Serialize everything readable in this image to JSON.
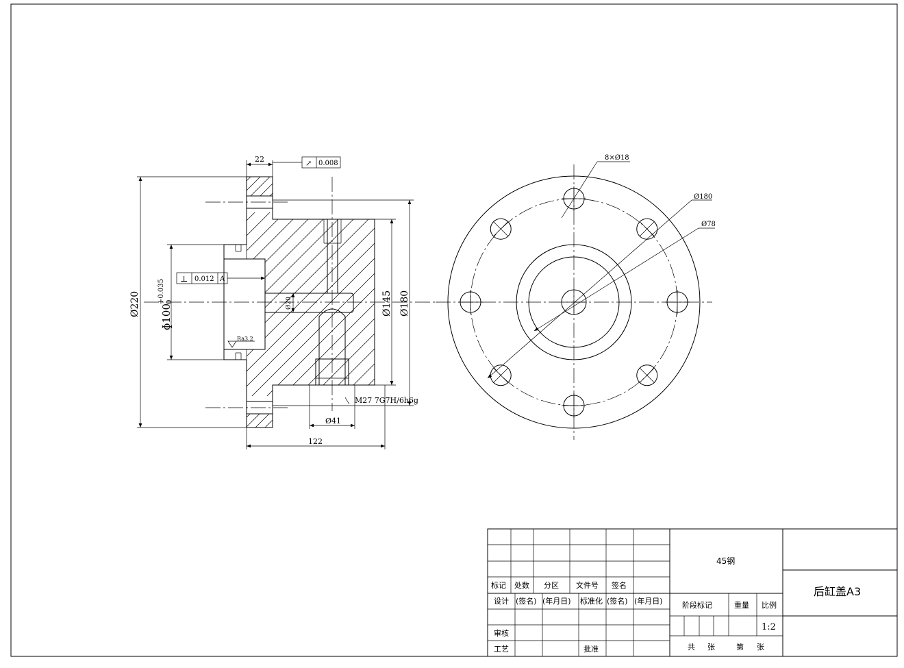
{
  "drawing": {
    "section_view": {
      "dim_22": "22",
      "geom_tol": {
        "symbol": "↗",
        "value": "0.008"
      },
      "perp_tol": {
        "symbol": "⊥",
        "value": "0.012",
        "datum": "A"
      },
      "dia_220": "Ø220",
      "dia_100": "ɸ100",
      "tol_upper": "+0.035",
      "tol_lower": "0",
      "dia_20": "Ø20",
      "dia_145": "Ø145",
      "dia_180": "Ø180",
      "roughness": "Ra3.2",
      "thread": "M27  7G7H/6h6g",
      "dia_41": "Ø41",
      "dim_122": "122"
    },
    "front_view": {
      "holes": "8×Ø18",
      "pcd": "Ø180",
      "dia_78": "Ø78"
    }
  },
  "title_block": {
    "revision_headers": [
      "标记",
      "处数",
      "分区",
      "文件号",
      "签名"
    ],
    "row_design": [
      "设计",
      "(签名)",
      "(年月日)",
      "标准化",
      "(签名)",
      "(年月日)"
    ],
    "review": "审核",
    "process": "工艺",
    "approve": "批准",
    "material": "45钢",
    "stage_mark": "阶段标记",
    "weight": "重量",
    "scale_label": "比例",
    "scale": "1:2",
    "total_label": "共",
    "sheet_unit": "张",
    "sheet_no_label": "第",
    "sheet_unit2": "张",
    "title": "后缸盖A3"
  }
}
